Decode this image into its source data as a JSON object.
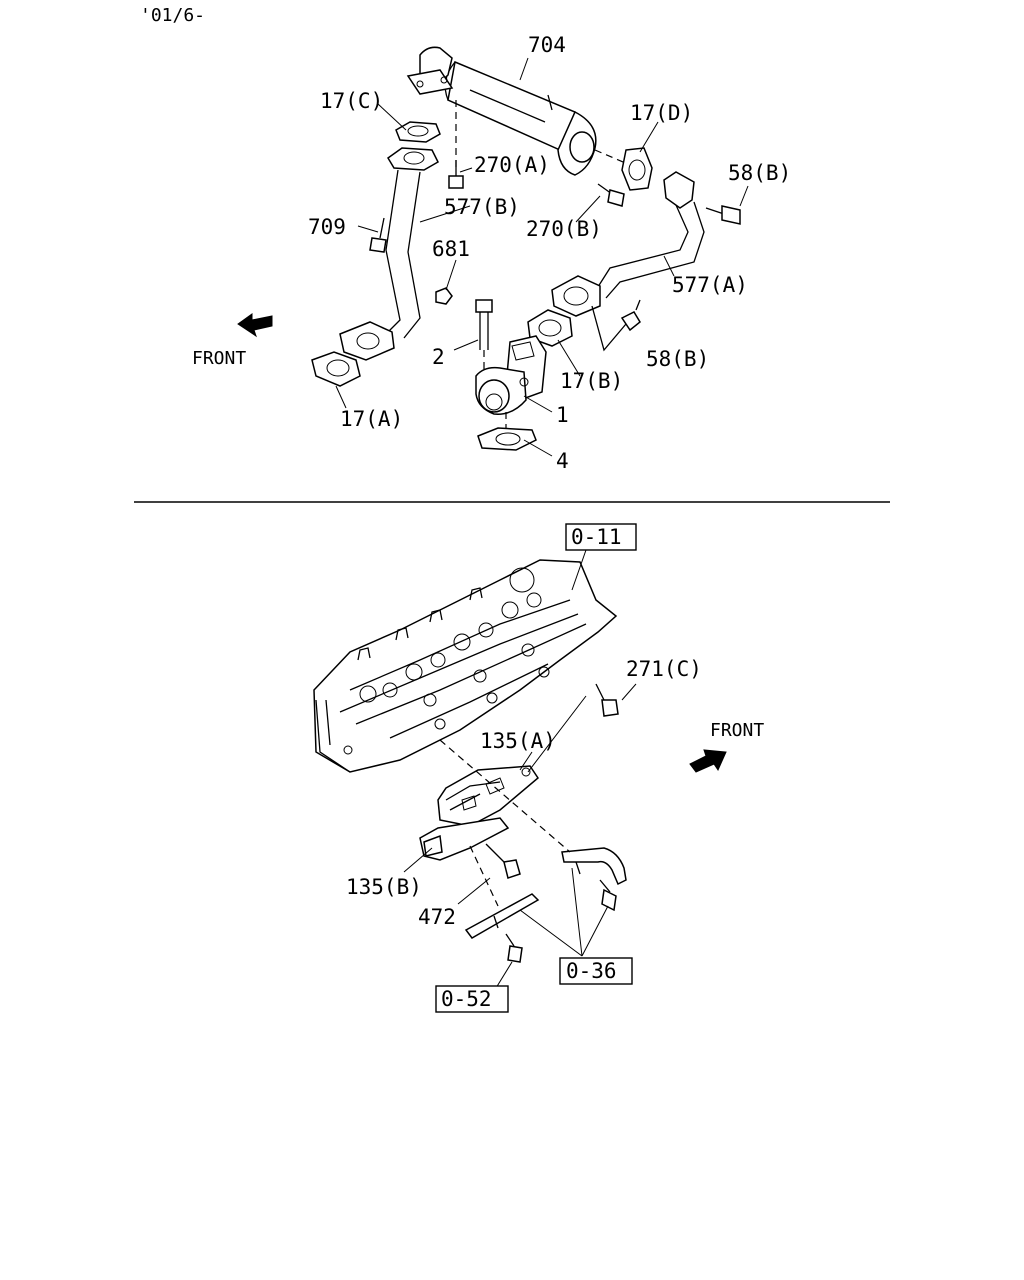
{
  "header": {
    "date_code": "'01/6-"
  },
  "top_diagram": {
    "labels": {
      "p704": "704",
      "p17c": "17(C)",
      "p17d": "17(D)",
      "p270a": "270(A)",
      "p58b_top": "58(B)",
      "p577b": "577(B)",
      "p270b": "270(B)",
      "p709": "709",
      "p681": "681",
      "p577a": "577(A)",
      "front": "FRONT",
      "p2": "2",
      "p58b_bottom": "58(B)",
      "p17b": "17(B)",
      "p17a": "17(A)",
      "p1": "1",
      "p4": "4"
    }
  },
  "bottom_diagram": {
    "labels": {
      "ref_011": "0-11",
      "p271c": "271(C)",
      "front": "FRONT",
      "p135a": "135(A)",
      "p135b": "135(B)",
      "p472": "472",
      "ref_036": "0-36",
      "ref_052": "0-52"
    }
  }
}
